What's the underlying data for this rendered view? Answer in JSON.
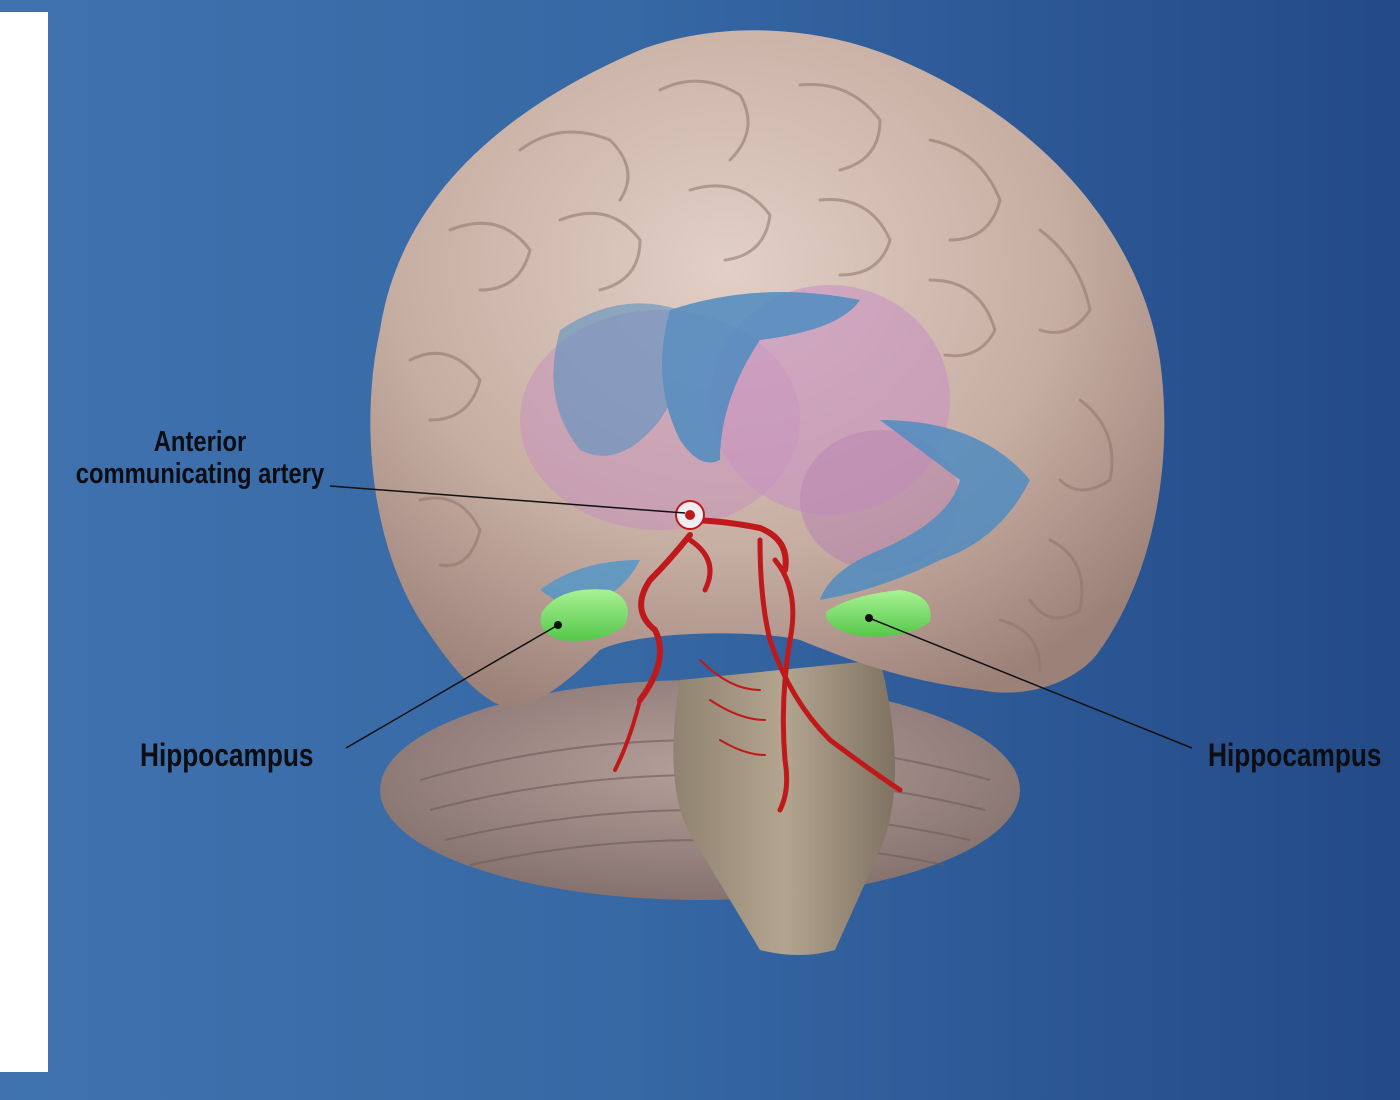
{
  "labels": {
    "anterior_communicating_artery": {
      "line1": "Anterior",
      "line2": "communicating artery"
    },
    "hippocampus_left": "Hippocampus",
    "hippocampus_right": "Hippocampus"
  },
  "colors": {
    "background_left": "#3f72ae",
    "background_right": "#234a86",
    "brain": "#c9b1a6",
    "ventricles": "#5a93c2",
    "thalamus": "#c88fc3",
    "hippocampus": "#7be06e",
    "arteries": "#c0191b",
    "label_text": "#0d0d14"
  }
}
